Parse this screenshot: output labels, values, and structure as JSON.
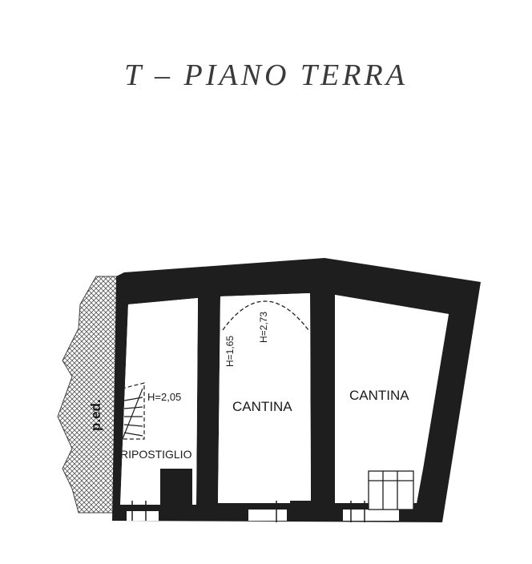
{
  "title": "T – PIANO TERRA",
  "labels": {
    "ped": "p.ed.",
    "h205": "H=2,05",
    "ripostiglio": "RIPOSTIGLIO",
    "h165": "H=1,65",
    "h273": "H=2,73",
    "cantina_middle": "CANTINA",
    "cantina_right": "CANTINA"
  },
  "colors": {
    "wall": "#1e1e1e",
    "hatch": "#555555",
    "title": "#3a3a3a"
  }
}
